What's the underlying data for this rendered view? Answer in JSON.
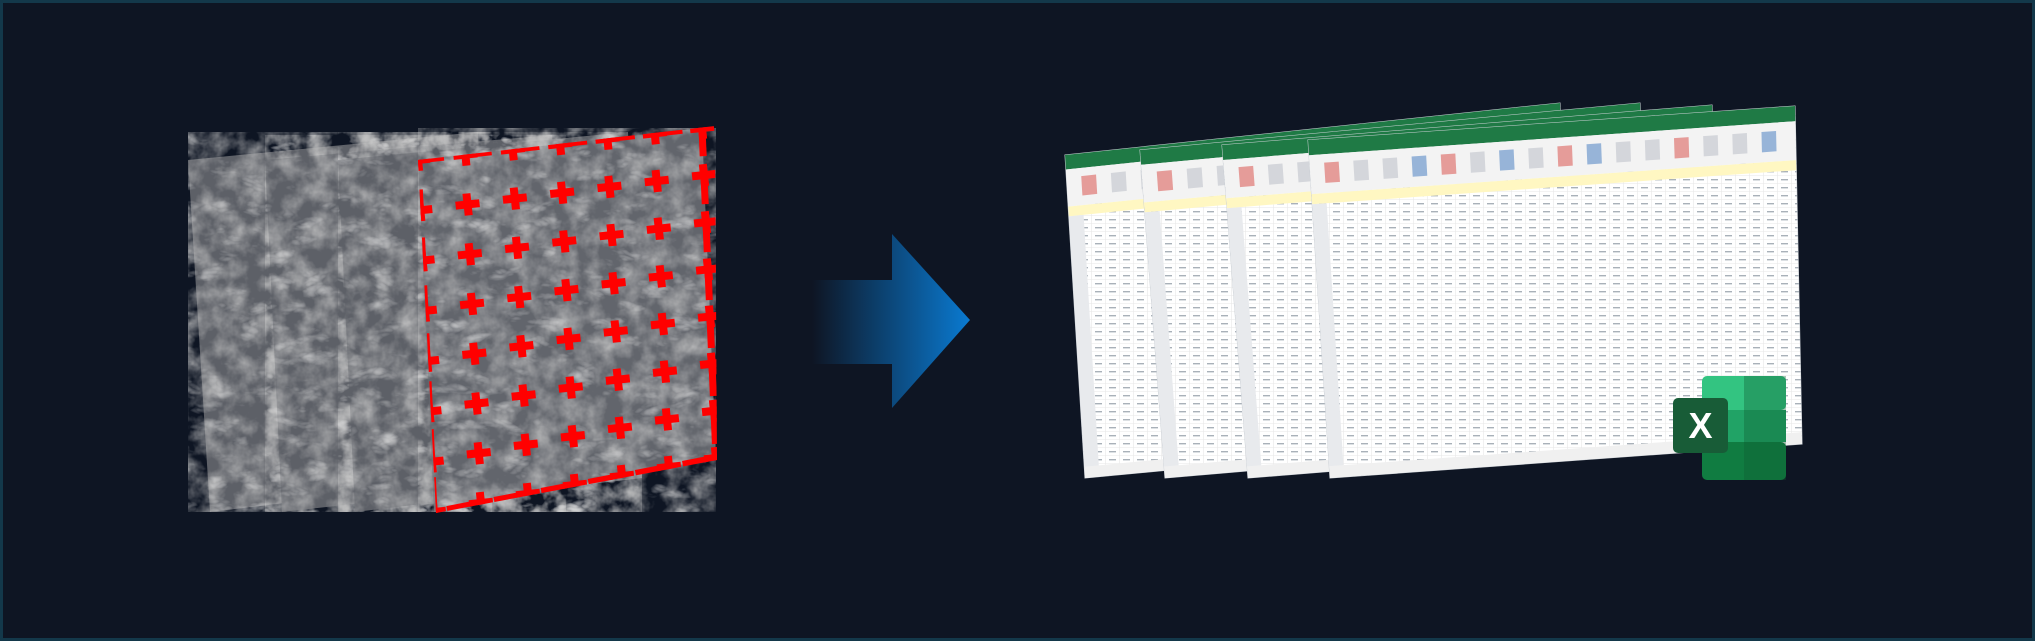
{
  "diagram": {
    "background_color": "#0e1523",
    "border_color": "#13384a",
    "left_group": {
      "description_icon": "image-stack-icon",
      "frame_count": 4,
      "grid_color": "#ff0000",
      "grid_rows": 7,
      "grid_cols": 6
    },
    "arrow": {
      "icon": "right-arrow-icon",
      "gradient_start": "#0e1523",
      "gradient_end": "#0a7ad1"
    },
    "right_group": {
      "description_icon": "spreadsheet-stack-icon",
      "sheet_count": 4,
      "ribbon_color": "#1f7a45",
      "logo": {
        "icon": "excel-logo-icon",
        "letter": "X",
        "colors": [
          "#33c481",
          "#21a366",
          "#107c41",
          "#185c37"
        ]
      }
    }
  }
}
